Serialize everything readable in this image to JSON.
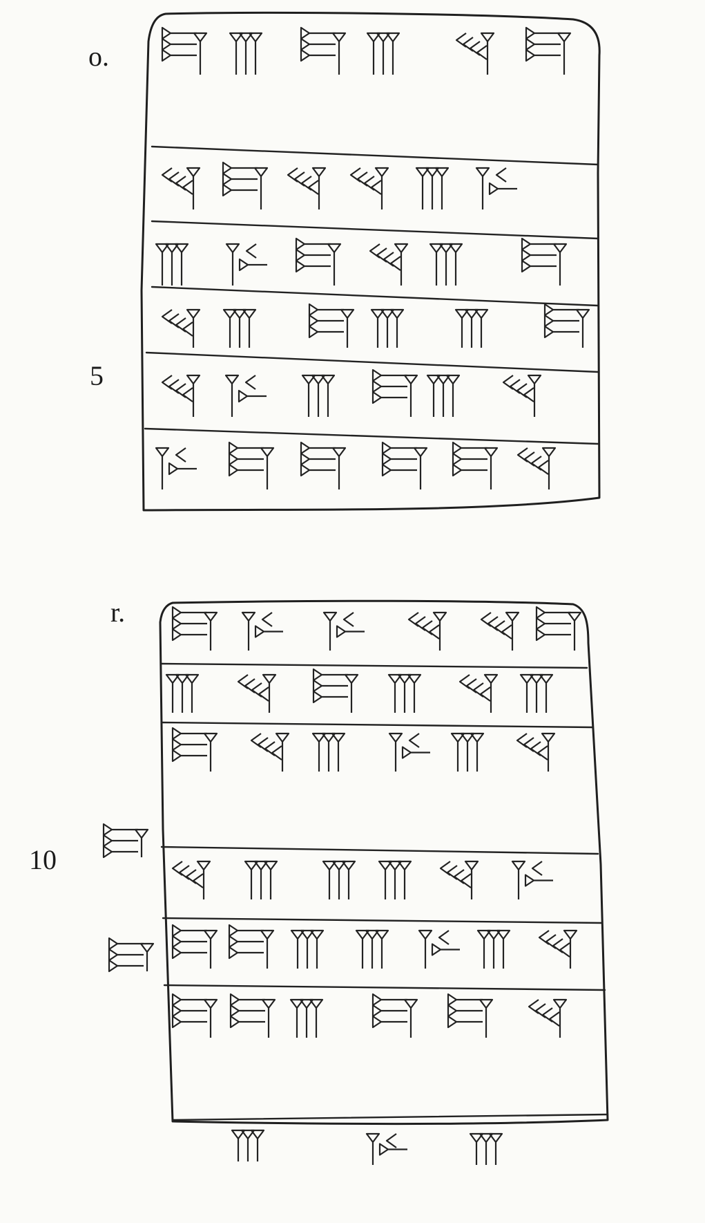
{
  "labels": {
    "obverse": "o.",
    "line5": "5",
    "reverse": "r.",
    "line10": "10"
  },
  "colors": {
    "ink": "#1f1f1f",
    "paper": "#fbfbf8"
  }
}
